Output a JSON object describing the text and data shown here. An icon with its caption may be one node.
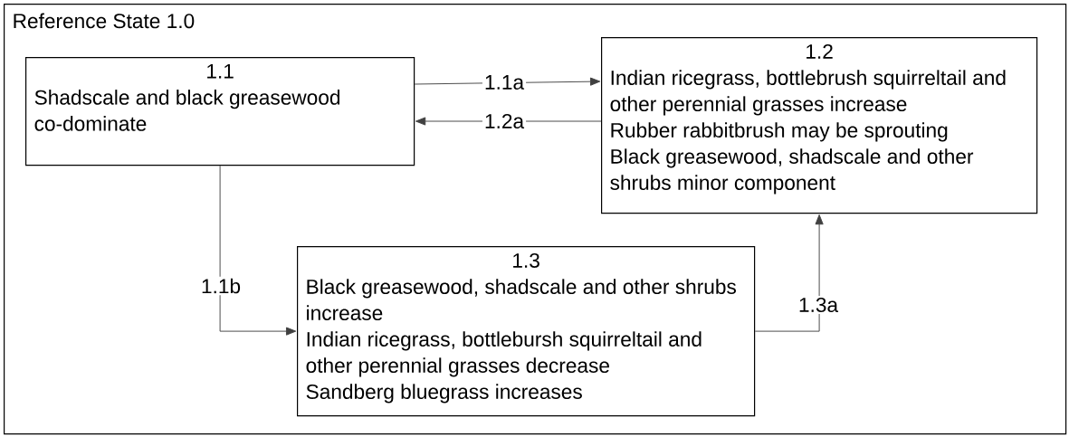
{
  "diagram": {
    "nodes": [
      {
        "text": [
          "Reference State 1.0"
        ]
      },
      {
        "text": [
          "1.1",
          "Shadscale and black greasewood co-dominate"
        ],
        "in": 0
      },
      {
        "text": [
          "1.2",
          "Indian ricegrass, bottlebrush squirreltail and other perennial grasses increase",
          "Rubber rabbitbrush may be sprouting",
          "Black greasewood, shadscale and other shrubs minor component"
        ],
        "in": 0
      },
      {
        "text": [
          "1.3",
          "Black greasewood, shadscale and other shrubs increase",
          "Indian ricegrass, bottlebursh squirreltail and other perennial grasses decrease",
          "Sandberg bluegrass increases"
        ],
        "in": 0
      }
    ],
    "edges": [
      {
        "from": 1,
        "to": 2,
        "arrow": "to",
        "label": "1.1a"
      },
      {
        "from": 2,
        "to": 1,
        "arrow": "to",
        "label": "1.2a"
      },
      {
        "from": 1,
        "to": 3,
        "arrow": "to",
        "label": "1.1b"
      },
      {
        "from": 3,
        "to": 2,
        "arrow": "to",
        "label": "1.3a"
      }
    ]
  }
}
